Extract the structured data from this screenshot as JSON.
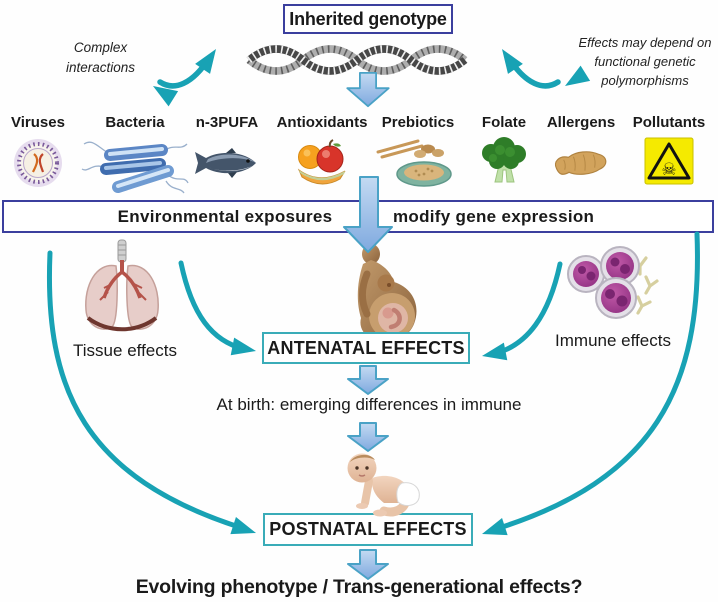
{
  "diagram": {
    "title": "Inherited genotype",
    "note_left": "Complex interactions",
    "note_right": "Effects may depend on functional genetic polymorphisms",
    "banner_left": "Environmental exposures",
    "banner_right": "modify gene expression",
    "tissue_label": "Tissue effects",
    "immune_label": "Immune effects",
    "antenatal_label": "ANTENATAL EFFECTS",
    "at_birth_text": "At birth: emerging differences in immune",
    "postnatal_label": "POSTNATAL EFFECTS",
    "conclusion": "Evolving phenotype / Trans-generational effects?"
  },
  "exposures": [
    {
      "label": "Viruses",
      "icon": "virus-icon"
    },
    {
      "label": "Bacteria",
      "icon": "bacteria-icon"
    },
    {
      "label": "n-3PUFA",
      "icon": "fish-icon"
    },
    {
      "label": "Antioxidants",
      "icon": "fruits-icon"
    },
    {
      "label": "Prebiotics",
      "icon": "grain-bowl-icon"
    },
    {
      "label": "Folate",
      "icon": "broccoli-icon"
    },
    {
      "label": "Allergens",
      "icon": "peanut-icon"
    },
    {
      "label": "Pollutants",
      "icon": "hazard-icon"
    }
  ],
  "colors": {
    "teal_arrow": "#18a2b4",
    "navy_border": "#3b3f9e",
    "teal_border": "#3aacb8",
    "down_arrow_light": "#c3daf2",
    "down_arrow_dark": "#7fa9df",
    "down_arrow_stroke": "#4aa2c6",
    "hazard_yellow": "#f5ea00"
  }
}
